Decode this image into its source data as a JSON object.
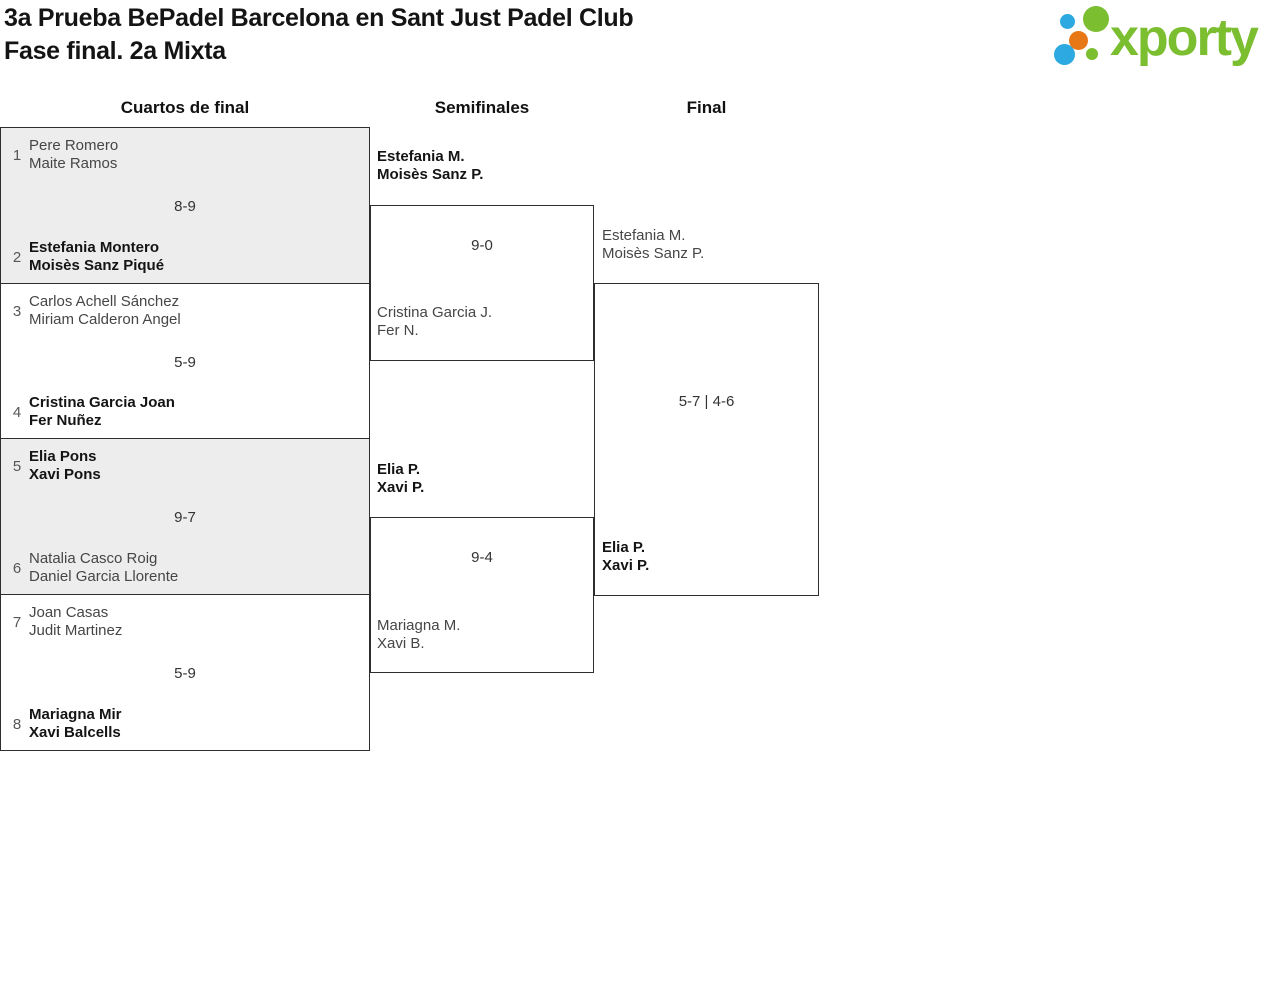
{
  "page": {
    "title_line1": "3a Prueba BePadel Barcelona en Sant Just Padel Club",
    "title_line2": "Fase final. 2a Mixta"
  },
  "logo": {
    "text": "xporty",
    "dots": [
      "blue-small",
      "green-big",
      "orange",
      "blue-big",
      "green-small"
    ]
  },
  "colors": {
    "logo_green": "#7BBE30",
    "logo_blue": "#2BA9E0",
    "logo_orange": "#E87817",
    "shaded_match_bg": "#EDEDED",
    "line": "#2E2E2E"
  },
  "round_headers": {
    "quarterfinals": "Cuartos de final",
    "semifinals": "Semifinales",
    "final": "Final"
  },
  "bracket": {
    "quarterfinals": [
      {
        "seed1": "1",
        "team1": [
          "Pere Romero",
          "Maite Ramos"
        ],
        "score": "8-9",
        "seed2": "2",
        "team2": [
          "Estefania Montero",
          "Moisès Sanz Piqué"
        ],
        "winner": "team2"
      },
      {
        "seed1": "3",
        "team1": [
          "Carlos Achell Sánchez",
          "Miriam Calderon Angel"
        ],
        "score": "5-9",
        "seed2": "4",
        "team2": [
          "Cristina Garcia Joan",
          "Fer Nuñez"
        ],
        "winner": "team2"
      },
      {
        "seed1": "5",
        "team1": [
          "Elia Pons",
          "Xavi Pons"
        ],
        "score": "9-7",
        "seed2": "6",
        "team2": [
          "Natalia Casco Roig",
          "Daniel Garcia Llorente"
        ],
        "winner": "team1"
      },
      {
        "seed1": "7",
        "team1": [
          "Joan Casas",
          "Judit Martinez"
        ],
        "score": "5-9",
        "seed2": "8",
        "team2": [
          "Mariagna Mir",
          "Xavi Balcells"
        ],
        "winner": "team2"
      }
    ],
    "semifinals": [
      {
        "team1": [
          "Estefania M.",
          "Moisès Sanz P."
        ],
        "score": "9-0",
        "team2": [
          "Cristina Garcia J.",
          "Fer N."
        ],
        "winner": "team1"
      },
      {
        "team1": [
          "Elia P.",
          "Xavi P."
        ],
        "score": "9-4",
        "team2": [
          "Mariagna M.",
          "Xavi B."
        ],
        "winner": "team1"
      }
    ],
    "final": {
      "team1": [
        "Estefania M.",
        "Moisès Sanz P."
      ],
      "score": "5-7 | 4-6",
      "team2": [
        "Elia P.",
        "Xavi P."
      ],
      "winner": "team2"
    }
  }
}
